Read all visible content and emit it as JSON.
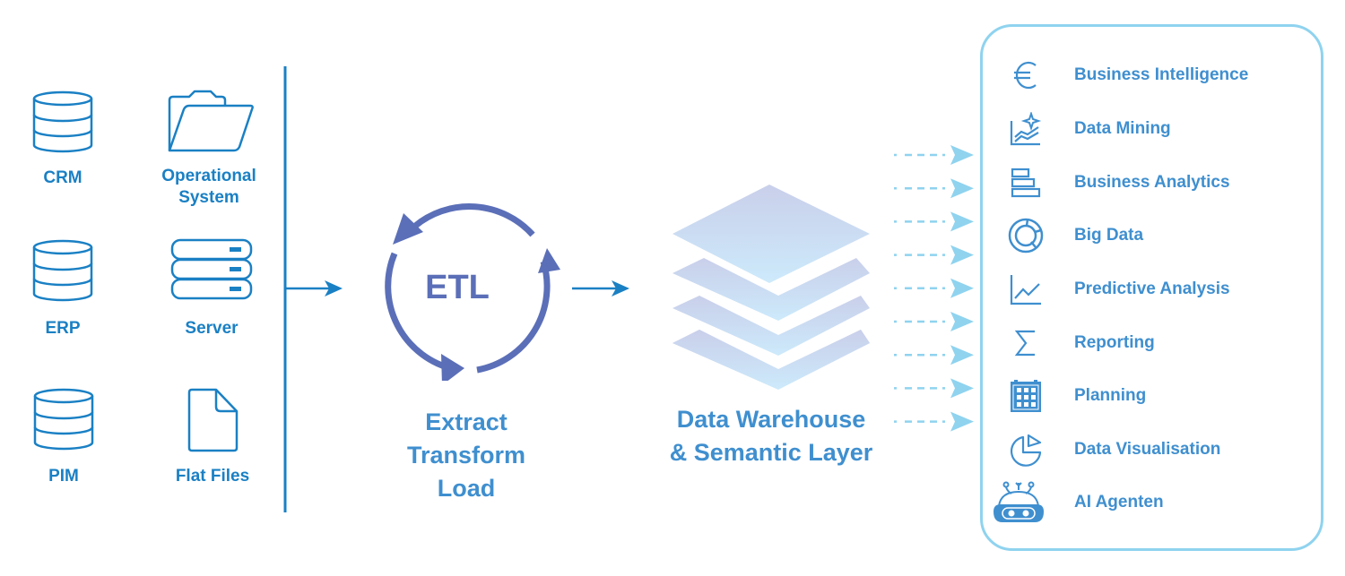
{
  "colors": {
    "source_blue": "#1a80c4",
    "etl_purple": "#5b6fb8",
    "caption_blue": "#3f8fcf",
    "output_border": "#8fd3ef",
    "dashed_arrow": "#8fd3ef"
  },
  "sources": [
    {
      "label": "CRM",
      "icon": "database-icon"
    },
    {
      "label": "Operational\nSystem",
      "icon": "folder-open-icon"
    },
    {
      "label": "ERP",
      "icon": "database-icon"
    },
    {
      "label": "Server",
      "icon": "server-icon"
    },
    {
      "label": "PIM",
      "icon": "database-icon"
    },
    {
      "label": "Flat Files",
      "icon": "file-icon"
    }
  ],
  "source_labels": {
    "crm": "CRM",
    "operational_1": "Operational",
    "operational_2": "System",
    "erp": "ERP",
    "server": "Server",
    "pim": "PIM",
    "flat_files": "Flat Files"
  },
  "etl": {
    "title": "ETL",
    "caption_lines": [
      "Extract",
      "Transform",
      "Load"
    ]
  },
  "warehouse": {
    "caption_lines": [
      "Data Warehouse",
      "& Semantic Layer"
    ],
    "layers": 4
  },
  "outputs": [
    {
      "label": "Business Intelligence",
      "icon": "euro-icon"
    },
    {
      "label": "Data Mining",
      "icon": "chart-sparkle-icon"
    },
    {
      "label": "Business Analytics",
      "icon": "bar-stack-icon"
    },
    {
      "label": "Big Data",
      "icon": "donut-icon"
    },
    {
      "label": "Predictive Analysis",
      "icon": "line-chart-icon"
    },
    {
      "label": "Reporting",
      "icon": "sigma-icon"
    },
    {
      "label": "Planning",
      "icon": "calendar-icon"
    },
    {
      "label": "Data Visualisation",
      "icon": "pie-chart-icon"
    },
    {
      "label": "AI Agenten",
      "icon": "robot-icon"
    }
  ],
  "dashed_arrow_count": 9
}
